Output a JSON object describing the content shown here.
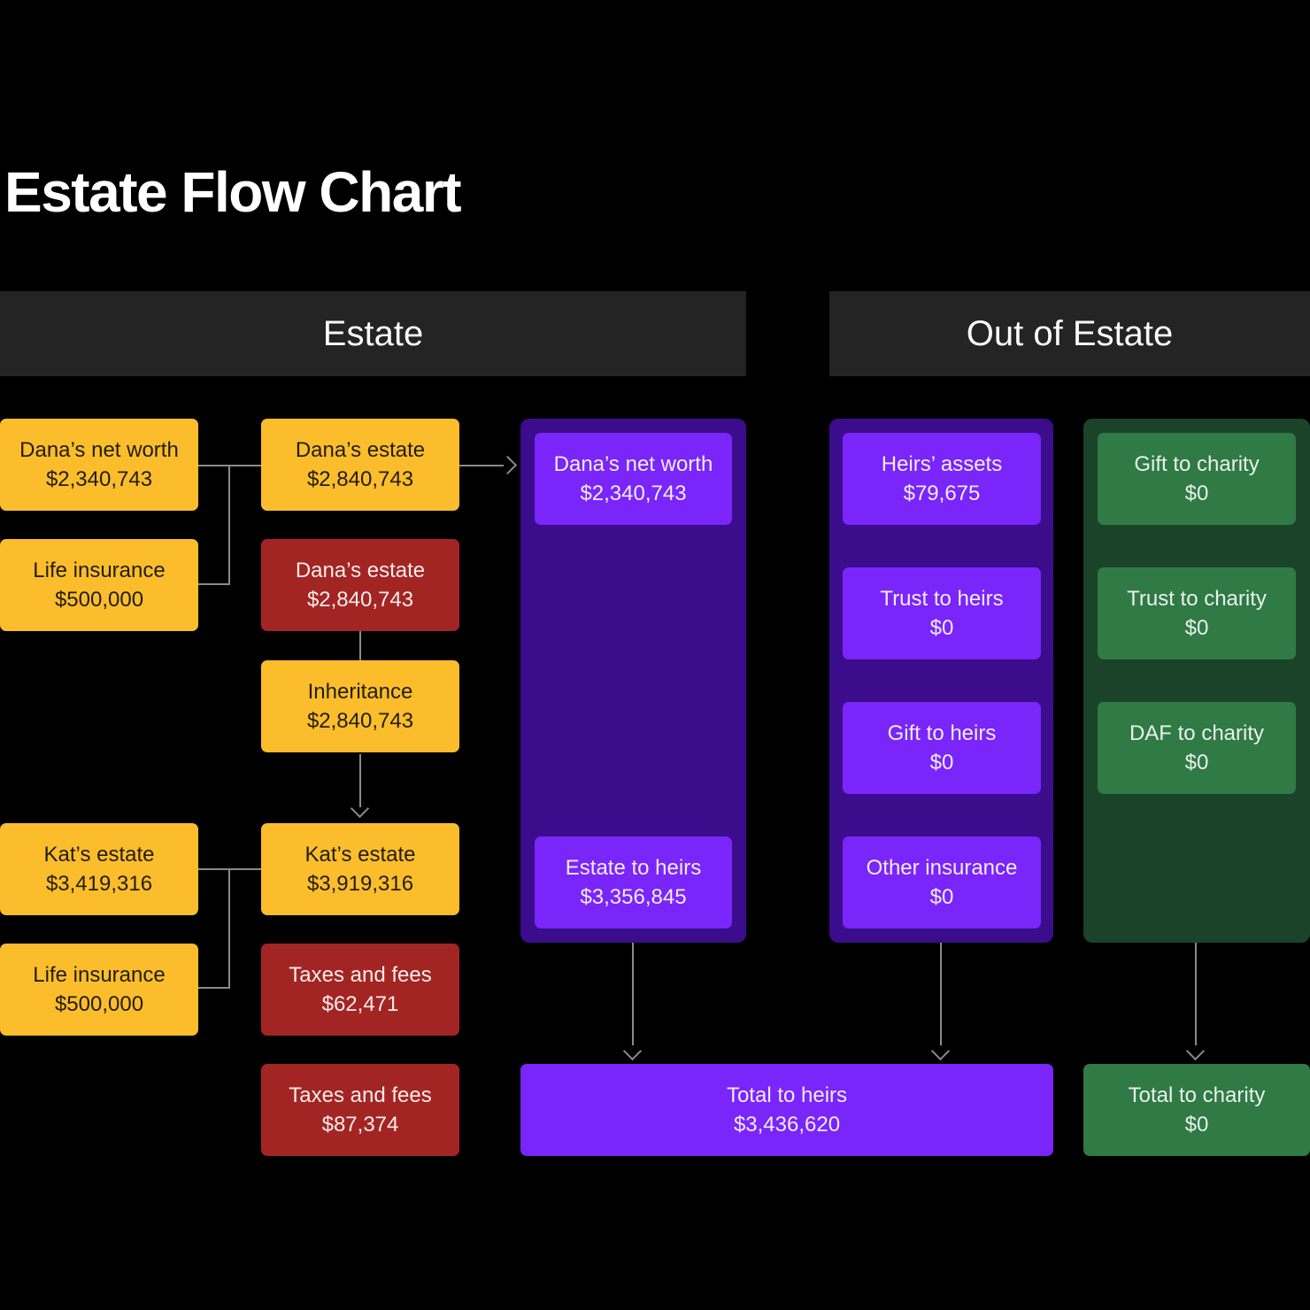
{
  "title": "Estate Flow Chart",
  "sections": {
    "estate": {
      "label": "Estate"
    },
    "out_of_estate": {
      "label": "Out of Estate"
    }
  },
  "colors": {
    "background": "#000000",
    "section_bar": "#242424",
    "yellow_node": "#FBBD2B",
    "red_node": "#A32523",
    "violet_node": "#7A25FA",
    "violet_container": "#3B0C8C",
    "green_node": "#2F7A45",
    "green_container": "#1B432A",
    "connector": "#8A8A8A"
  },
  "nodes": {
    "dana_net_worth": {
      "label": "Dana’s net worth",
      "value": "$2,340,743"
    },
    "dana_life_insurance": {
      "label": "Life insurance",
      "value": "$500,000"
    },
    "dana_estate": {
      "label": "Dana’s estate",
      "value": "$2,840,743"
    },
    "dana_estate_taxable": {
      "label": "Dana’s estate",
      "value": "$2,840,743"
    },
    "inheritance": {
      "label": "Inheritance",
      "value": "$2,840,743"
    },
    "kat_estate": {
      "label": "Kat’s estate",
      "value": "$3,419,316"
    },
    "kat_life_insurance": {
      "label": "Life insurance",
      "value": "$500,000"
    },
    "kat_estate_combined": {
      "label": "Kat’s estate",
      "value": "$3,919,316"
    },
    "taxes_and_fees_1": {
      "label": "Taxes and fees",
      "value": "$62,471"
    },
    "taxes_and_fees_2": {
      "label": "Taxes and fees",
      "value": "$87,374"
    },
    "estate_net_worth": {
      "label": "Dana’s net worth",
      "value": "$2,340,743"
    },
    "estate_to_heirs": {
      "label": "Estate to heirs",
      "value": "$3,356,845"
    },
    "heirs_assets": {
      "label": "Heirs’ assets",
      "value": "$79,675"
    },
    "trust_to_heirs": {
      "label": "Trust to heirs",
      "value": "$0"
    },
    "gift_to_heirs": {
      "label": "Gift to heirs",
      "value": "$0"
    },
    "other_insurance": {
      "label": "Other insurance",
      "value": "$0"
    },
    "gift_to_charity": {
      "label": "Gift to charity",
      "value": "$0"
    },
    "trust_to_charity": {
      "label": "Trust to charity",
      "value": "$0"
    },
    "daf_to_charity": {
      "label": "DAF to charity",
      "value": "$0"
    },
    "total_to_heirs": {
      "label": "Total to heirs",
      "value": "$3,436,620"
    },
    "total_to_charity": {
      "label": "Total to charity",
      "value": "$0"
    }
  }
}
